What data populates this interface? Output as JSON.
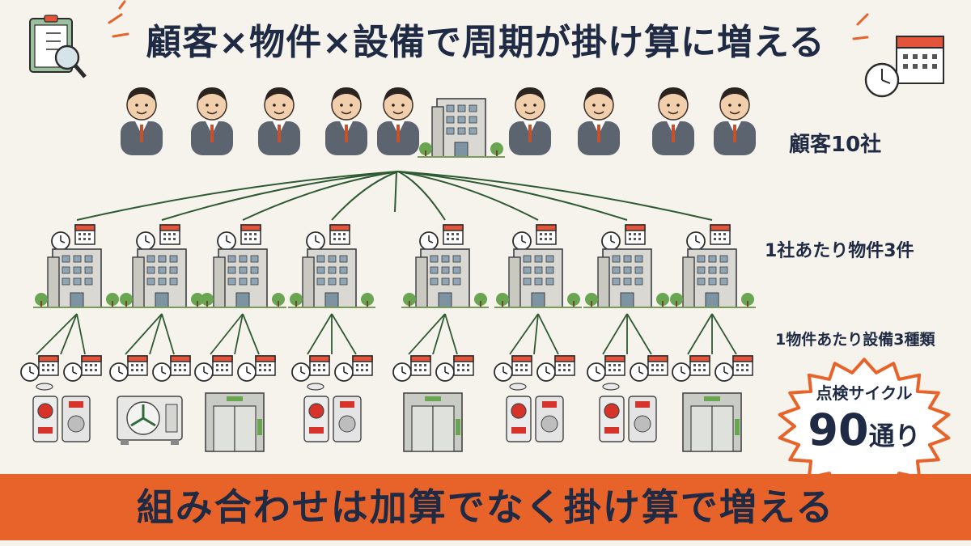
{
  "title": "顧客×物件×設備で周期が掛け算に増える",
  "labels": {
    "customers": "顧客10社",
    "properties_per_customer": "1社あたり物件3件",
    "equipment_per_property": "1物件あたり設備3種類"
  },
  "callout": {
    "label": "点検サイクル",
    "value": "90",
    "unit": "通り"
  },
  "banner": "組み合わせは加算でなく掛け算で増える",
  "equipment_sequence": [
    "fire-alarm",
    "ac-unit",
    "elevator",
    "fire-alarm",
    "elevator",
    "fire-alarm",
    "fire-alarm",
    "elevator"
  ],
  "colors": {
    "accent": "#e8632a",
    "text": "#1f2a44",
    "line": "#2e5a33",
    "background": "#f6f3ec"
  }
}
